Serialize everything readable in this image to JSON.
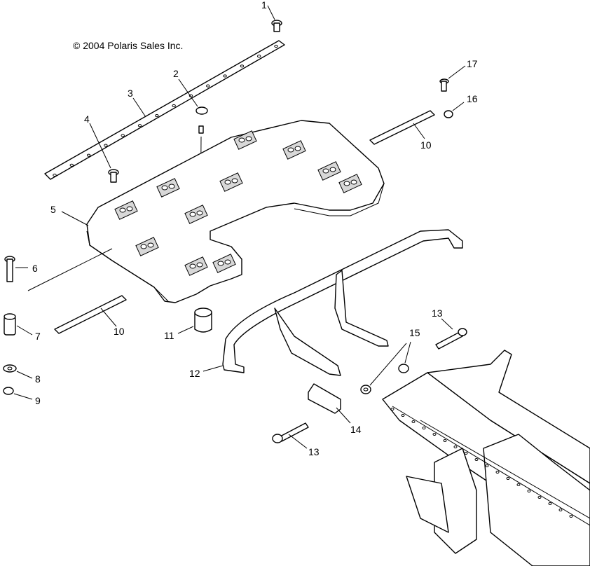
{
  "copyright": "© 2004 Polaris Sales Inc.",
  "callouts": [
    {
      "id": "c1",
      "text": "1"
    },
    {
      "id": "c2",
      "text": "2"
    },
    {
      "id": "c3",
      "text": "3"
    },
    {
      "id": "c4",
      "text": "4"
    },
    {
      "id": "c5",
      "text": "5"
    },
    {
      "id": "c6",
      "text": "6"
    },
    {
      "id": "c7",
      "text": "7"
    },
    {
      "id": "c8",
      "text": "8"
    },
    {
      "id": "c9",
      "text": "9"
    },
    {
      "id": "c10a",
      "text": "10"
    },
    {
      "id": "c10b",
      "text": "10"
    },
    {
      "id": "c11",
      "text": "11"
    },
    {
      "id": "c12",
      "text": "12"
    },
    {
      "id": "c13a",
      "text": "13"
    },
    {
      "id": "c13b",
      "text": "13"
    },
    {
      "id": "c14",
      "text": "14"
    },
    {
      "id": "c15",
      "text": "15"
    },
    {
      "id": "c16",
      "text": "16"
    },
    {
      "id": "c17",
      "text": "17"
    }
  ]
}
